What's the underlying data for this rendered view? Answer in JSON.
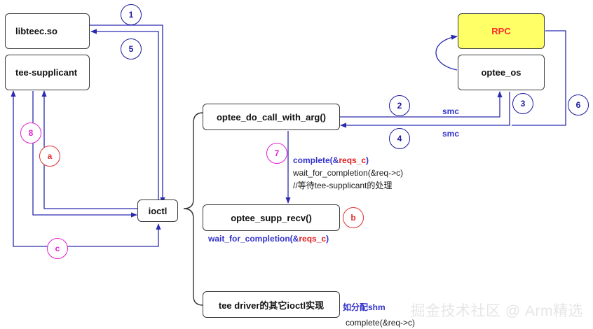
{
  "boxes": {
    "libteec": "libteec.so",
    "supplicant": "tee-supplicant",
    "rpc": "RPC",
    "optee_os": "optee_os",
    "call_with_arg": "optee_do_call_with_arg()",
    "supp_recv": "optee_supp_recv()",
    "ioctl": "ioctl",
    "other_ioctl": "tee driver的其它ioctl实现"
  },
  "steps": {
    "s1": "1",
    "s2": "2",
    "s3": "3",
    "s4": "4",
    "s5": "5",
    "s6": "6",
    "s7": "7",
    "s8": "8",
    "a": "a",
    "b": "b",
    "c": "c"
  },
  "labels": {
    "smc_top": "smc",
    "smc_bottom": "smc",
    "complete_prefix": "complete(&",
    "complete_var": "reqs_c",
    "complete_suffix": ")",
    "wait_req": "wait_for_completion(&req->c)",
    "wait_comment": "//等待tee-supplicant的处理",
    "wait_reqs_prefix": "wait_for_completion(&",
    "wait_reqs_var": "reqs_c",
    "wait_reqs_suffix": ")",
    "alloc_shm": "如分配shm",
    "complete_req": "complete(&req->c)"
  },
  "watermark": "掘金技术社区 @ Arm精选",
  "colors": {
    "step_blue": "#1a1aa0",
    "step_pink": "#e020d0",
    "step_red": "#e03030",
    "rpc_fill": "#ffff66",
    "line_blue": "#2a2ab0",
    "line_black": "#333333"
  }
}
